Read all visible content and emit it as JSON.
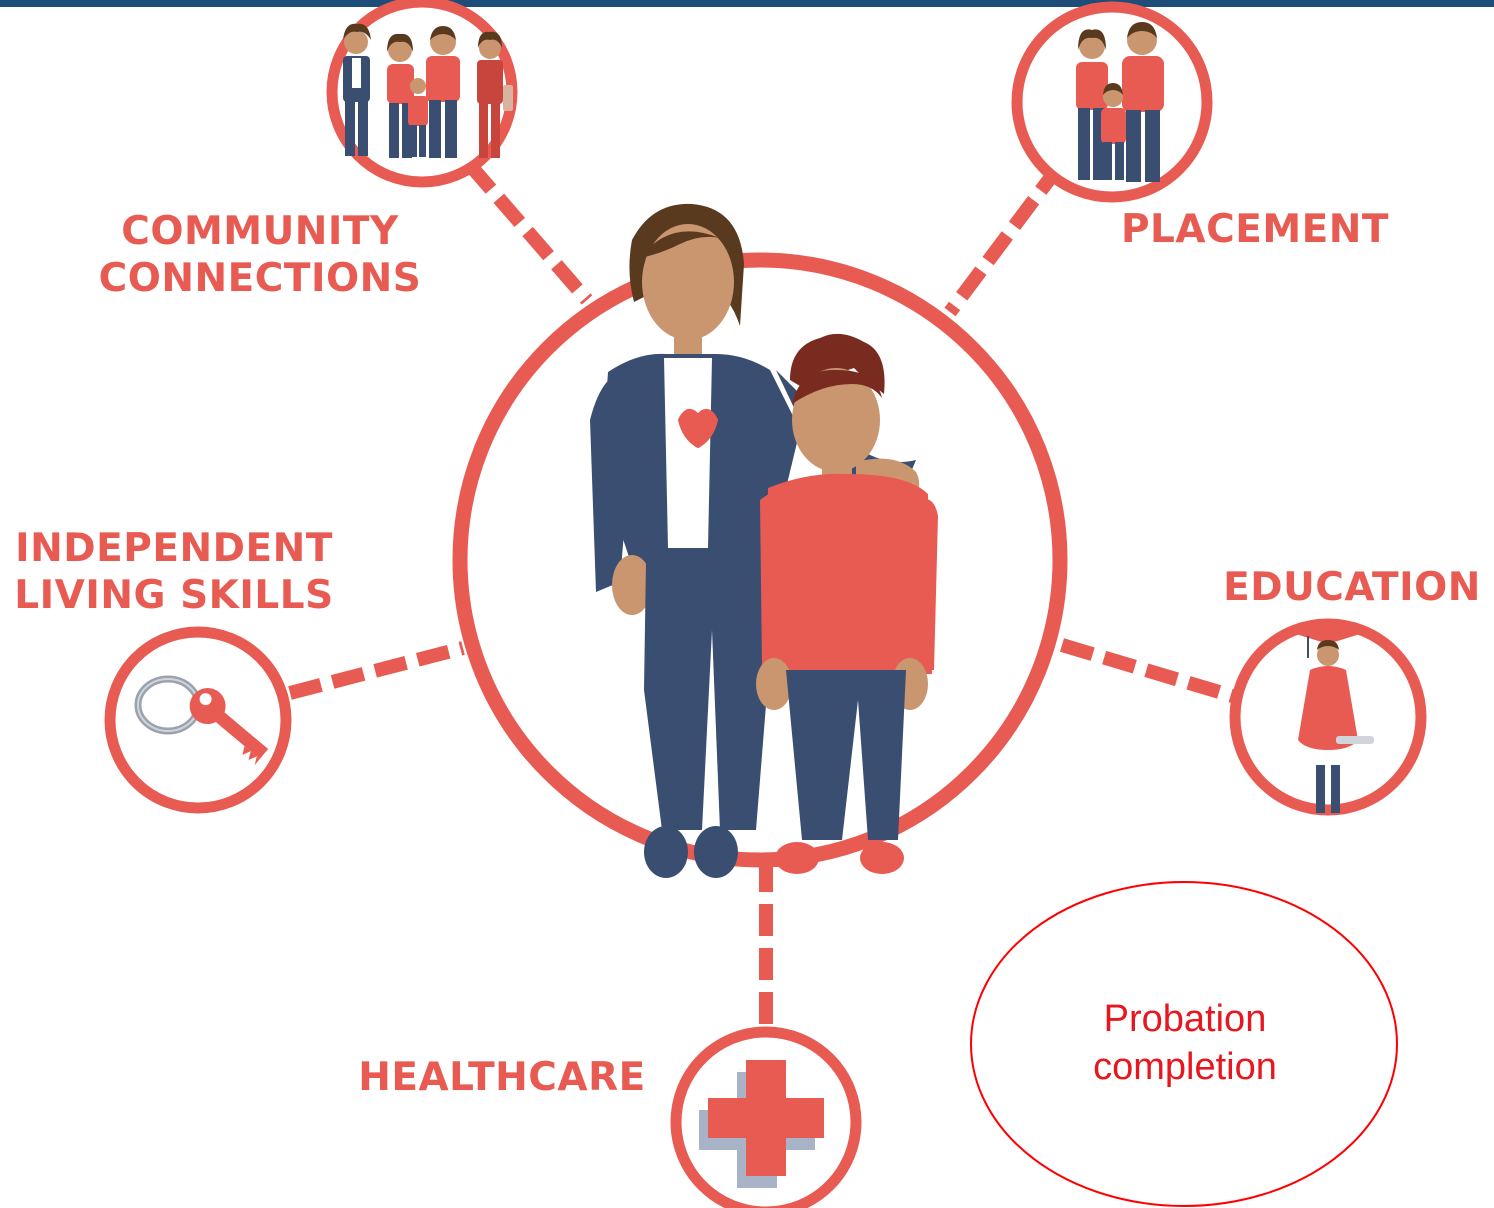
{
  "colors": {
    "accent": "#e85b52",
    "navy": "#3a4e71",
    "skin": "#c99670",
    "hair": "#5a3a1f",
    "topbar": "#1f4d7a",
    "outline_red": "#ff0000",
    "text_red": "#e8161e"
  },
  "center": {
    "icon": "caseworker-and-youth-figures"
  },
  "nodes": [
    {
      "id": "community",
      "lines": [
        "COMMUNITY",
        "CONNECTIONS"
      ],
      "icon": "family-group-icon"
    },
    {
      "id": "placement",
      "lines": [
        "PLACEMENT"
      ],
      "icon": "family-icon"
    },
    {
      "id": "independent",
      "lines": [
        "INDEPENDENT",
        "LIVING SKILLS"
      ],
      "icon": "key-icon"
    },
    {
      "id": "education",
      "lines": [
        "EDUCATION"
      ],
      "icon": "graduate-icon"
    },
    {
      "id": "healthcare",
      "lines": [
        "HEALTHCARE"
      ],
      "icon": "medical-cross-icon"
    }
  ],
  "callout": {
    "lines": [
      "Probation",
      "completion"
    ]
  }
}
